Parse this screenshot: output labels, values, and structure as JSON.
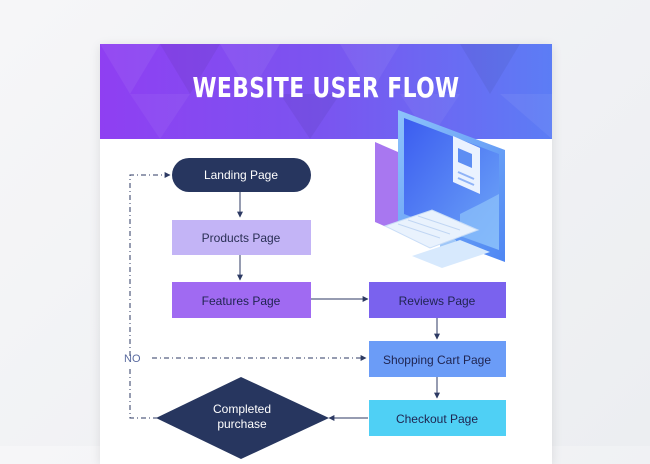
{
  "title": "WEBSITE USER FLOW DIAGRAM",
  "nodes": {
    "landing": "Landing Page",
    "products": "Products Page",
    "features": "Features Page",
    "reviews": "Reviews Page",
    "cart": "Shopping Cart Page",
    "checkout": "Checkout Page",
    "completed_line1": "Completed",
    "completed_line2": "purchase"
  },
  "edge_labels": {
    "no": "NO"
  },
  "colors": {
    "navy": "#27365f",
    "lavender": "#c3b4f6",
    "violet": "#a06af2",
    "indigo": "#7a62ee",
    "blue": "#6b9cf7",
    "cyan": "#4fd0f5",
    "line": "#2d3a63"
  },
  "icons": [
    "computer-illustration-icon"
  ]
}
